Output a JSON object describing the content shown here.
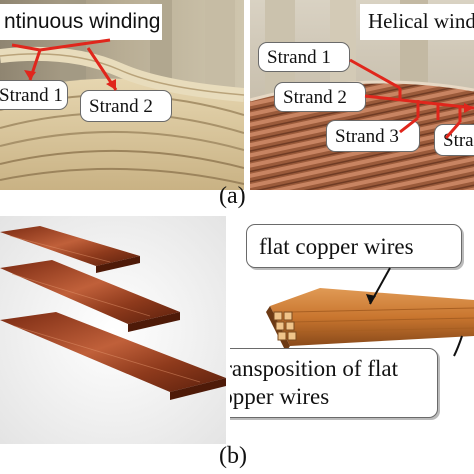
{
  "figure": {
    "panel_a": {
      "caption": "(a)",
      "left_photo": {
        "title": "ntinuous winding",
        "strand_1": "Strand 1",
        "strand_2": "Strand 2"
      },
      "right_photo": {
        "title": "Helical windi",
        "strand_1": "Strand 1",
        "strand_2": "Strand 2",
        "strand_3": "Strand 3",
        "strand_4_partial": "Stra"
      }
    },
    "panel_b": {
      "caption": "(b)",
      "label_top": "flat copper wires",
      "label_bottom_line1": "Transposition of flat",
      "label_bottom_line2": "copper wires"
    }
  },
  "colors": {
    "arrow_red": "#e0261c",
    "callout_border": "#6a6a6a",
    "paper_insulation": "#d9c49a",
    "copper": "#b4552a"
  }
}
